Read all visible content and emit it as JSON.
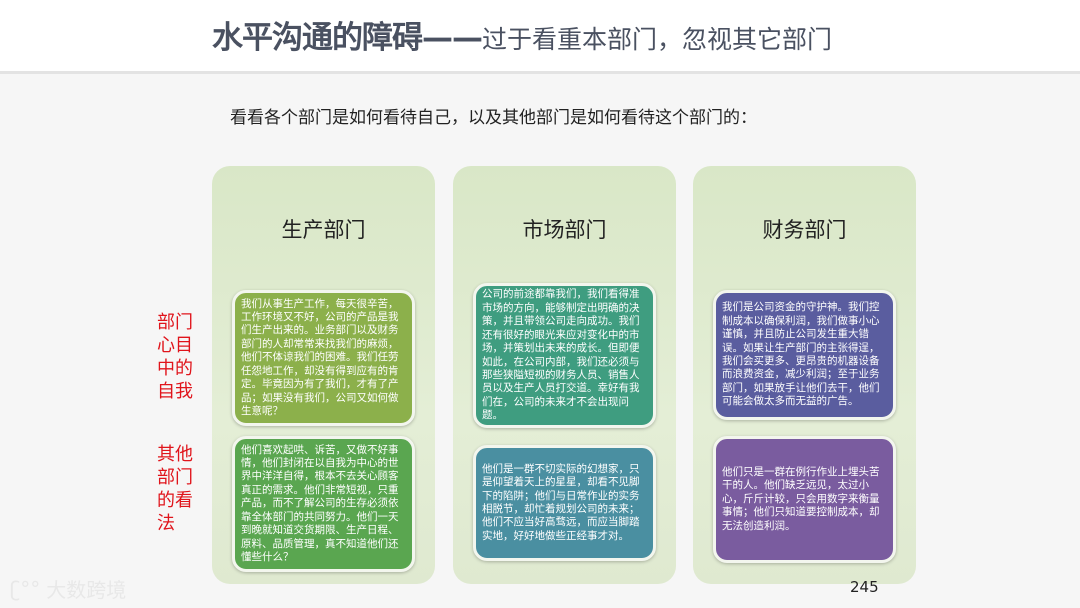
{
  "header": {
    "title_main": "水平沟通的障碍——",
    "title_sub": "过于看重本部门，忽视其它部门"
  },
  "subtitle": "看看各个部门是如何看待自己，以及其他部门是如何看待这个部门的：",
  "side_labels": {
    "self_view": "部门心目中的自我",
    "others_view": "其他部门的看法"
  },
  "columns": [
    {
      "name": "生产部门",
      "self": "我们从事生产工作，每天很辛苦，工作环境又不好，公司的产品是我们生产出来的。业务部门以及财务部门的人却常常来找我们的麻烦，他们不体谅我们的困难。我们任劳任怨地工作，却没有得到应有的肯定。毕竟因为有了我们，才有了产品；如果没有我们，公司又如何做生意呢？",
      "others": "他们喜欢起哄、诉苦，又做不好事情，他们封闭在以自我为中心的世界中洋洋自得，根本不去关心顾客真正的需求。他们非常短视，只重产品，而不了解公司的生存必须依靠全体部门的共同努力。他们一天到晚就知道交货期限、生产日程、原料、品质管理，真不知道他们还懂些什么？"
    },
    {
      "name": "市场部门",
      "self": "公司的前途都靠我们，我们看得准市场的方向，能够制定出明确的决策，并且带领公司走向成功。我们还有很好的眼光来应对变化中的市场，并策划出未来的成长。但即便如此，在公司内部，我们还必须与那些狭隘短视的财务人员、销售人员以及生产人员打交道。幸好有我们在，公司的未来才不会出现问题。",
      "others": "他们是一群不切实际的幻想家，只是仰望着天上的星星，却看不见脚下的陷阱；他们与日常作业的实务相脱节，却忙着规划公司的未来；他们不应当好高骛远，而应当脚踏实地，好好地做些正经事才对。"
    },
    {
      "name": "财务部门",
      "self": "我们是公司资金的守护神。我们控制成本以确保利润，我们做事小心谨慎，并且防止公司发生重大错误。如果让生产部门的主张得逞，我们会买更多、更昂贵的机器设备而浪费资金，减少利润；至于业务部门，如果放手让他们去干，他们可能会做太多而无益的广告。",
      "others": "他们只是一群在例行作业上埋头苦干的人。他们缺乏远见，太过小心，斤斤计较，只会用数字来衡量事情；他们只知道要控制成本，却无法创造利润。"
    }
  ],
  "colors": {
    "self": [
      "#8cb04b",
      "#3f9d80",
      "#5a5d9f"
    ],
    "others": [
      "#5aa650",
      "#4a8fa1",
      "#7a5c9f"
    ],
    "side_text": "#e0141b"
  },
  "page_number": "245",
  "watermark": "大数跨境"
}
